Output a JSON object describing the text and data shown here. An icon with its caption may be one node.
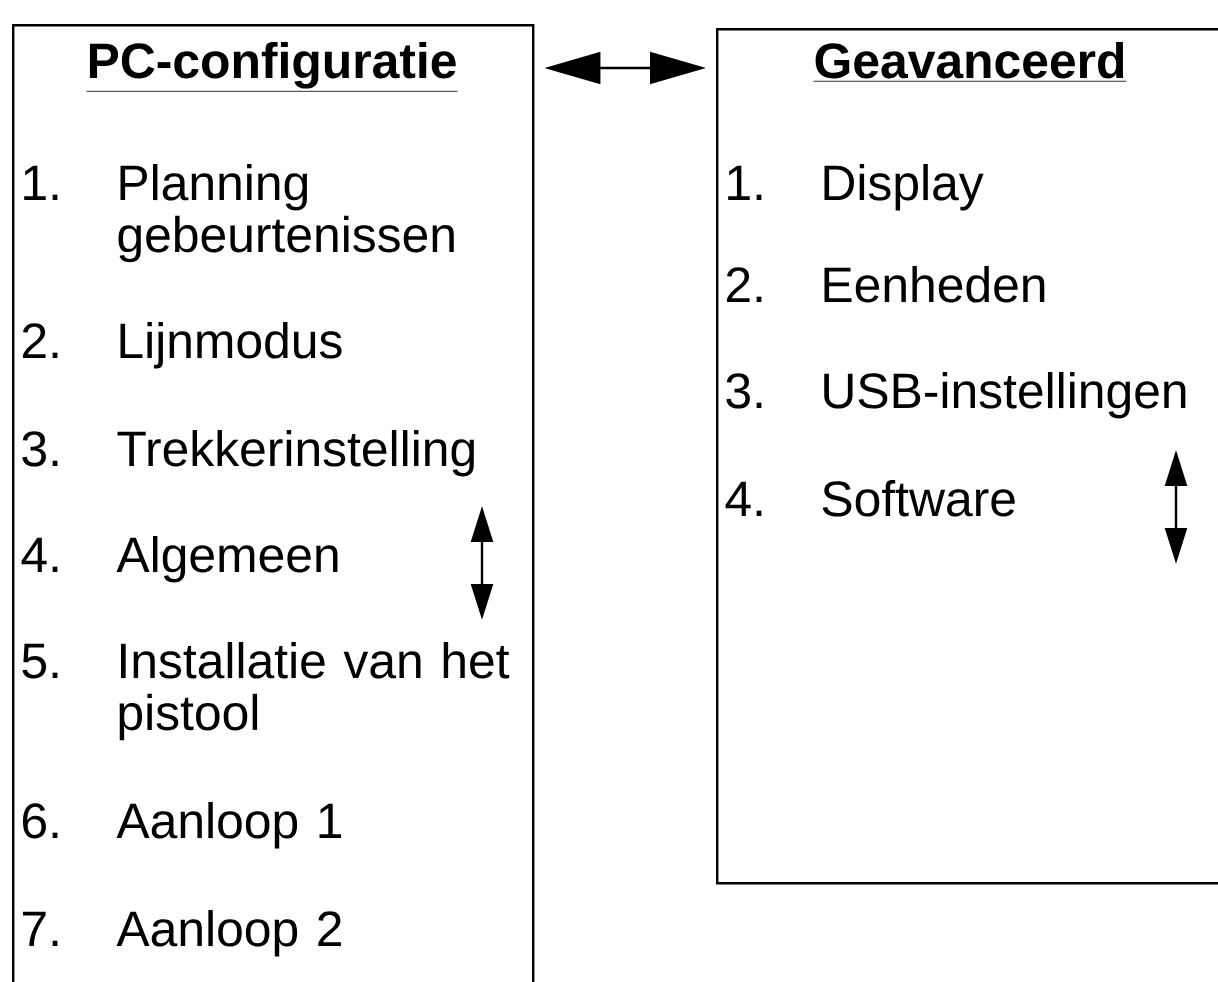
{
  "diagram": {
    "nodes": [
      {
        "text": [
          "PC-configuratie",
          "1.",
          "Planning gebeurtenissen",
          "2.",
          "Lijnmodus",
          "3.",
          "Trekkerinstelling",
          "4.",
          "Algemeen",
          "5.",
          "Installatie van het pistool",
          "6.",
          "Aanloop 1",
          "7.",
          "Aanloop 2"
        ]
      },
      {
        "text": [
          "Geavanceerd",
          "1.",
          "Display",
          "2.",
          "Eenheden",
          "3.",
          "USB-instellingen",
          "4.",
          "Software"
        ]
      }
    ],
    "edges": [
      {
        "from": 0,
        "to": 1,
        "arrow": "both"
      }
    ]
  }
}
